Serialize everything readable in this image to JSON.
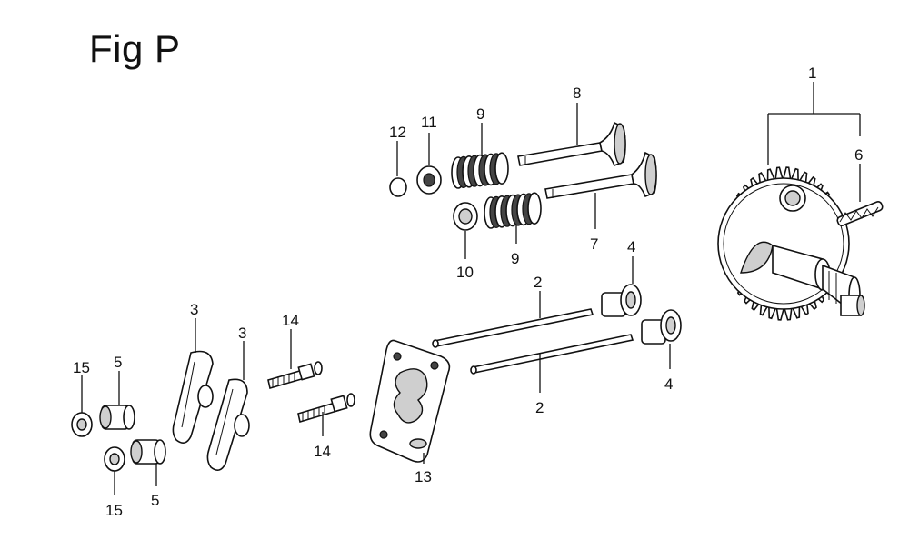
{
  "figure": {
    "title": "Fig P"
  },
  "callouts": [
    {
      "id": "c1",
      "label": "1"
    },
    {
      "id": "c2a",
      "label": "2"
    },
    {
      "id": "c2b",
      "label": "2"
    },
    {
      "id": "c3a",
      "label": "3"
    },
    {
      "id": "c3b",
      "label": "3"
    },
    {
      "id": "c4a",
      "label": "4"
    },
    {
      "id": "c4b",
      "label": "4"
    },
    {
      "id": "c5a",
      "label": "5"
    },
    {
      "id": "c5b",
      "label": "5"
    },
    {
      "id": "c6",
      "label": "6"
    },
    {
      "id": "c7",
      "label": "7"
    },
    {
      "id": "c8",
      "label": "8"
    },
    {
      "id": "c9a",
      "label": "9"
    },
    {
      "id": "c9b",
      "label": "9"
    },
    {
      "id": "c10",
      "label": "10"
    },
    {
      "id": "c11",
      "label": "11"
    },
    {
      "id": "c12",
      "label": "12"
    },
    {
      "id": "c13",
      "label": "13"
    },
    {
      "id": "c14a",
      "label": "14"
    },
    {
      "id": "c14b",
      "label": "14"
    },
    {
      "id": "c15a",
      "label": "15"
    },
    {
      "id": "c15b",
      "label": "15"
    }
  ]
}
